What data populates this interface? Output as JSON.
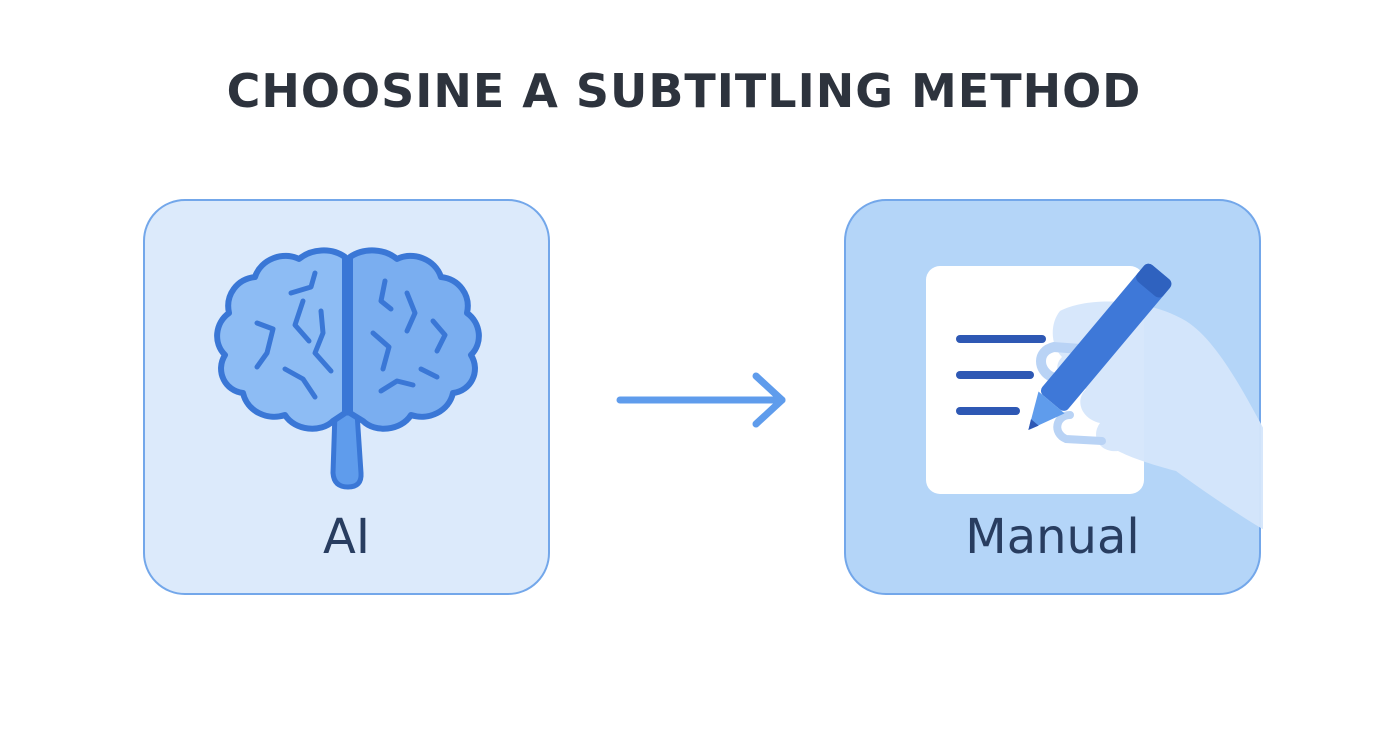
{
  "title": "CHOOSINE A SUBTITLING METHOD",
  "options": [
    {
      "label": "AI",
      "icon": "brain-icon"
    },
    {
      "label": "Manual",
      "icon": "hand-writing-pen-icon"
    }
  ],
  "connector": {
    "icon": "right-arrow-icon"
  },
  "colors": {
    "title": "#2d333d",
    "label": "#283d60",
    "card_ai_bg": "#dceafb",
    "card_manual_bg": "#b4d5f8",
    "card_border": "#73a7ea",
    "accent": "#3f7ee0"
  }
}
